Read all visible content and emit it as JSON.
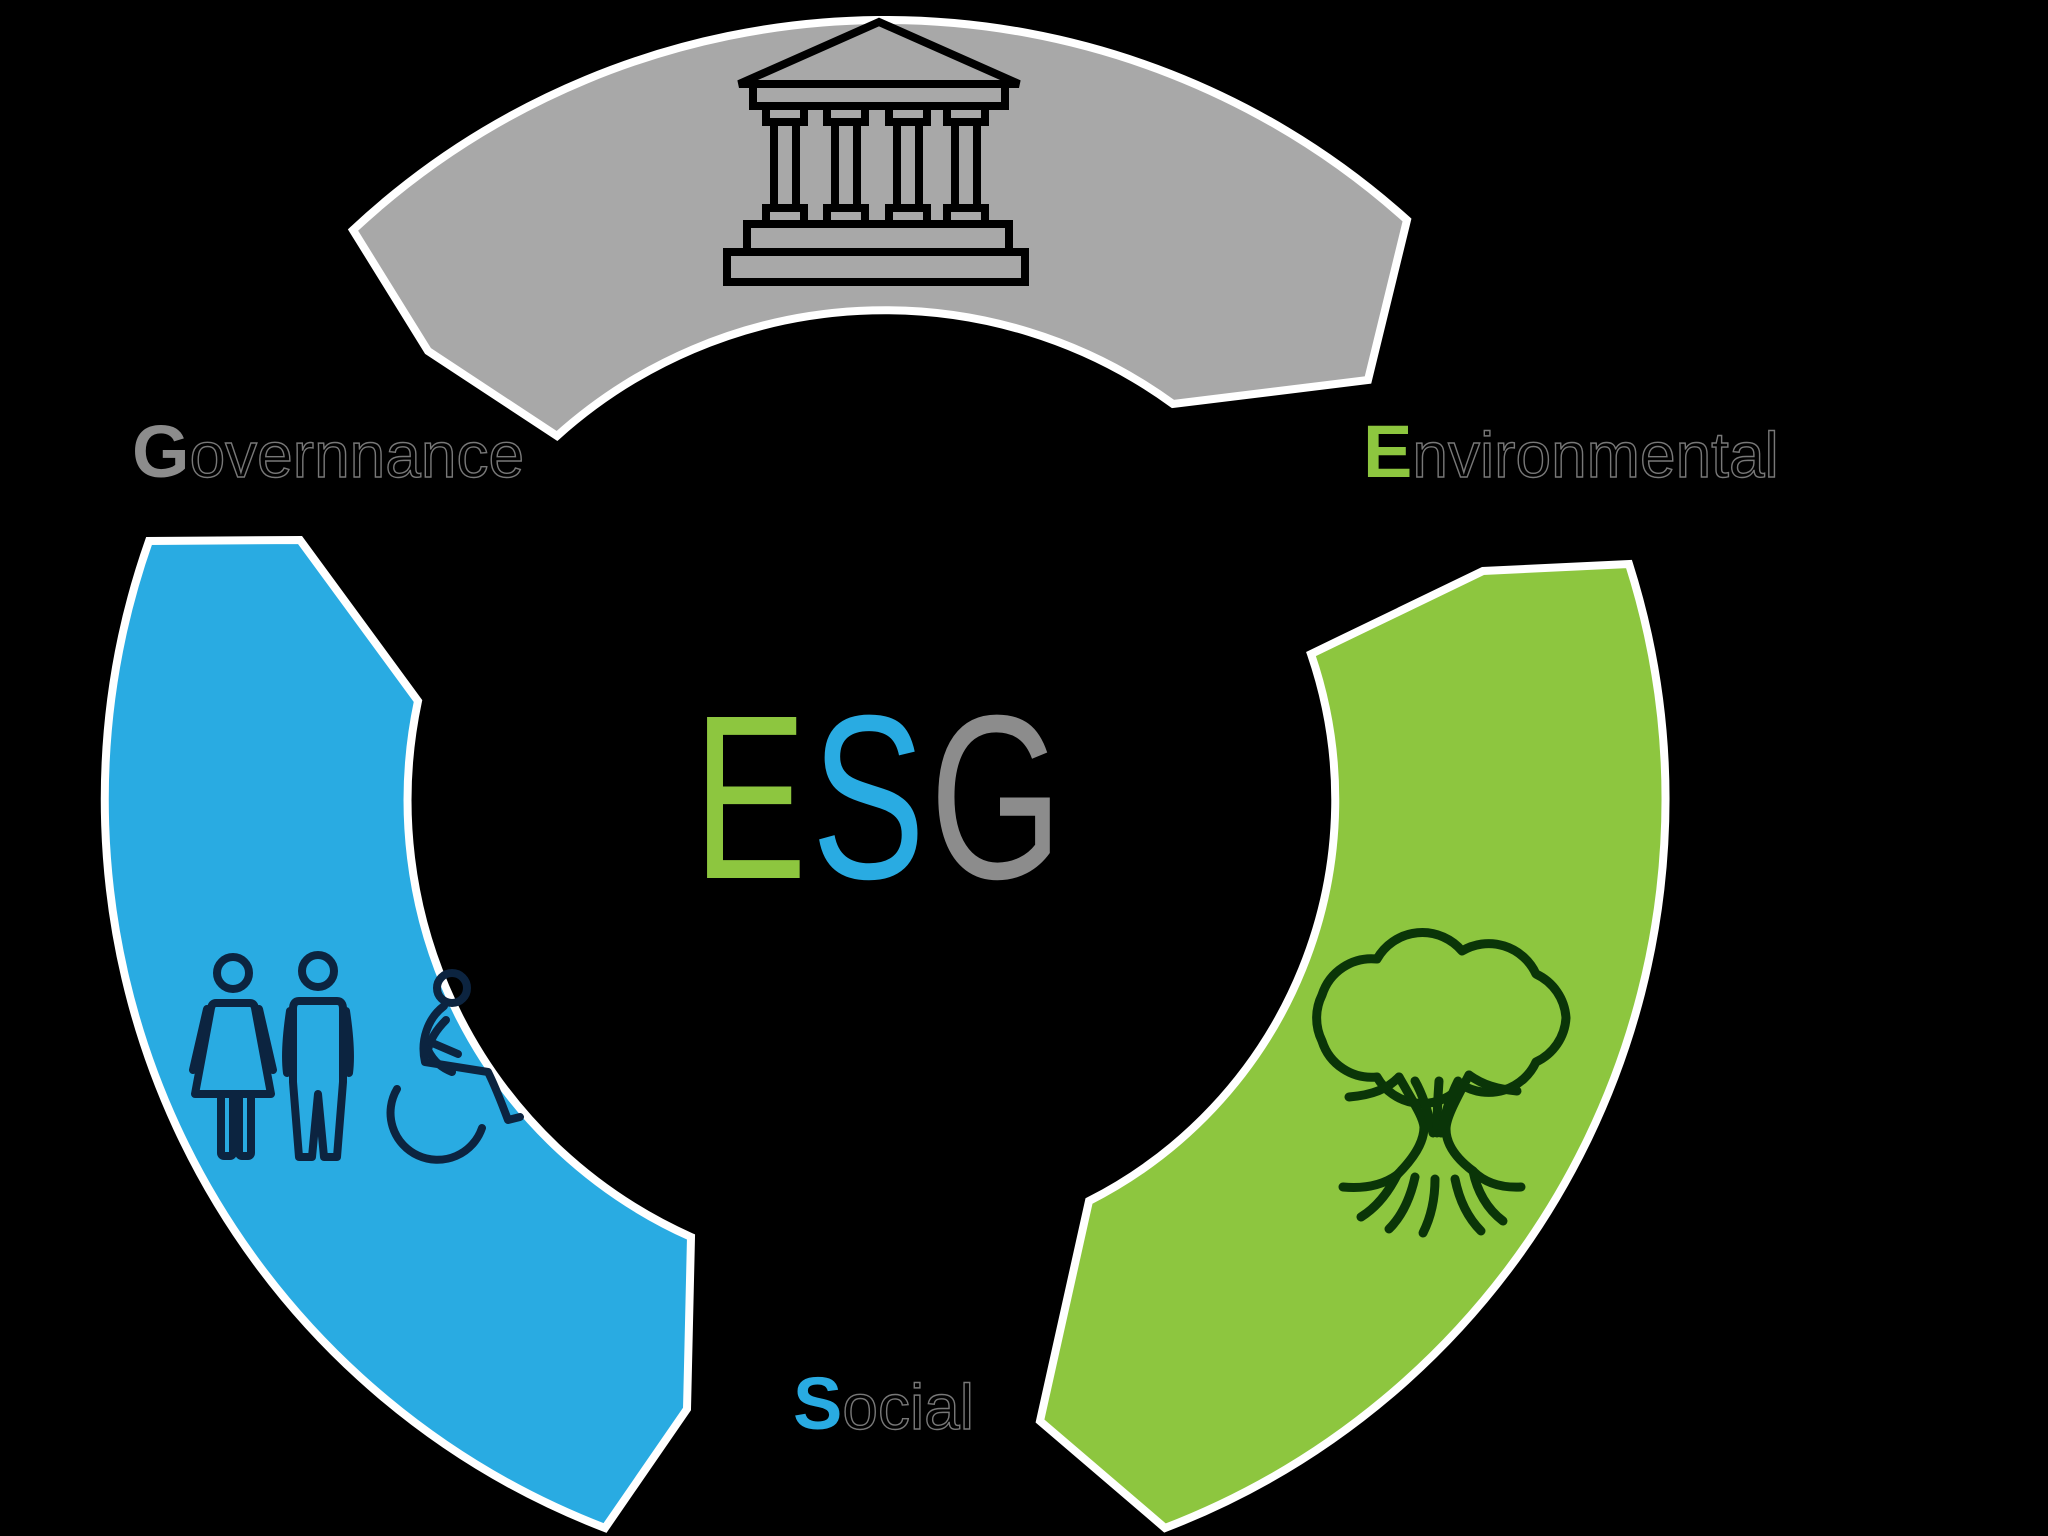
{
  "diagram": {
    "title": "ESG",
    "esg": {
      "e": "E",
      "s": "S",
      "g": "G"
    },
    "labels": {
      "governance": {
        "initial": "G",
        "rest": "overnnance"
      },
      "environmental": {
        "initial": "E",
        "rest": "nvironmental"
      },
      "social": {
        "initial": "S",
        "rest": "ocial"
      }
    },
    "icons": {
      "governance": "bank-building-icon",
      "environmental": "tree-with-roots-icon",
      "social": "people-accessibility-icon"
    },
    "colors": {
      "governance_gray": "#a8a8a8",
      "environmental_green": "#8dc63f",
      "social_blue": "#29abe2",
      "esg_g_gray": "#8c8c8c",
      "arc_border": "#ffffff",
      "background": "#000000"
    }
  }
}
